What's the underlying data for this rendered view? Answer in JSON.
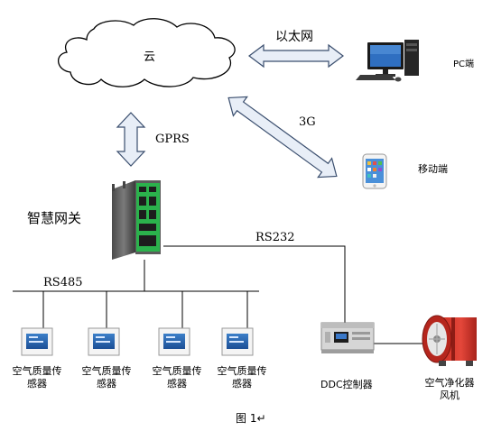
{
  "network": {
    "cloud_label": "云",
    "ethernet_label": "以太网",
    "gprs_label": "GPRS",
    "mobile_3g_label": "3G",
    "rs232_label": "RS232",
    "rs485_label": "RS485"
  },
  "devices": {
    "pc_label": "PC端",
    "mobile_label": "移动端",
    "gateway_label": "智慧网关",
    "ddc_label": "DDC控制器",
    "fan_label_line1": "空气净化器",
    "fan_label_line2": "风机"
  },
  "sensors": [
    {
      "label_line1": "空气质量传",
      "label_line2": "感器"
    },
    {
      "label_line1": "空气质量传",
      "label_line2": "感器"
    },
    {
      "label_line1": "空气质量传",
      "label_line2": "感器"
    },
    {
      "label_line1": "空气质量传",
      "label_line2": "感器"
    }
  ],
  "caption": "图 1↵",
  "colors": {
    "arrow_fill": "#e8eef7",
    "arrow_stroke": "#3a4e6e",
    "cloud_fill": "#ffffff",
    "gateway_green": "#2bb24c",
    "fan_red": "#d9352b"
  }
}
